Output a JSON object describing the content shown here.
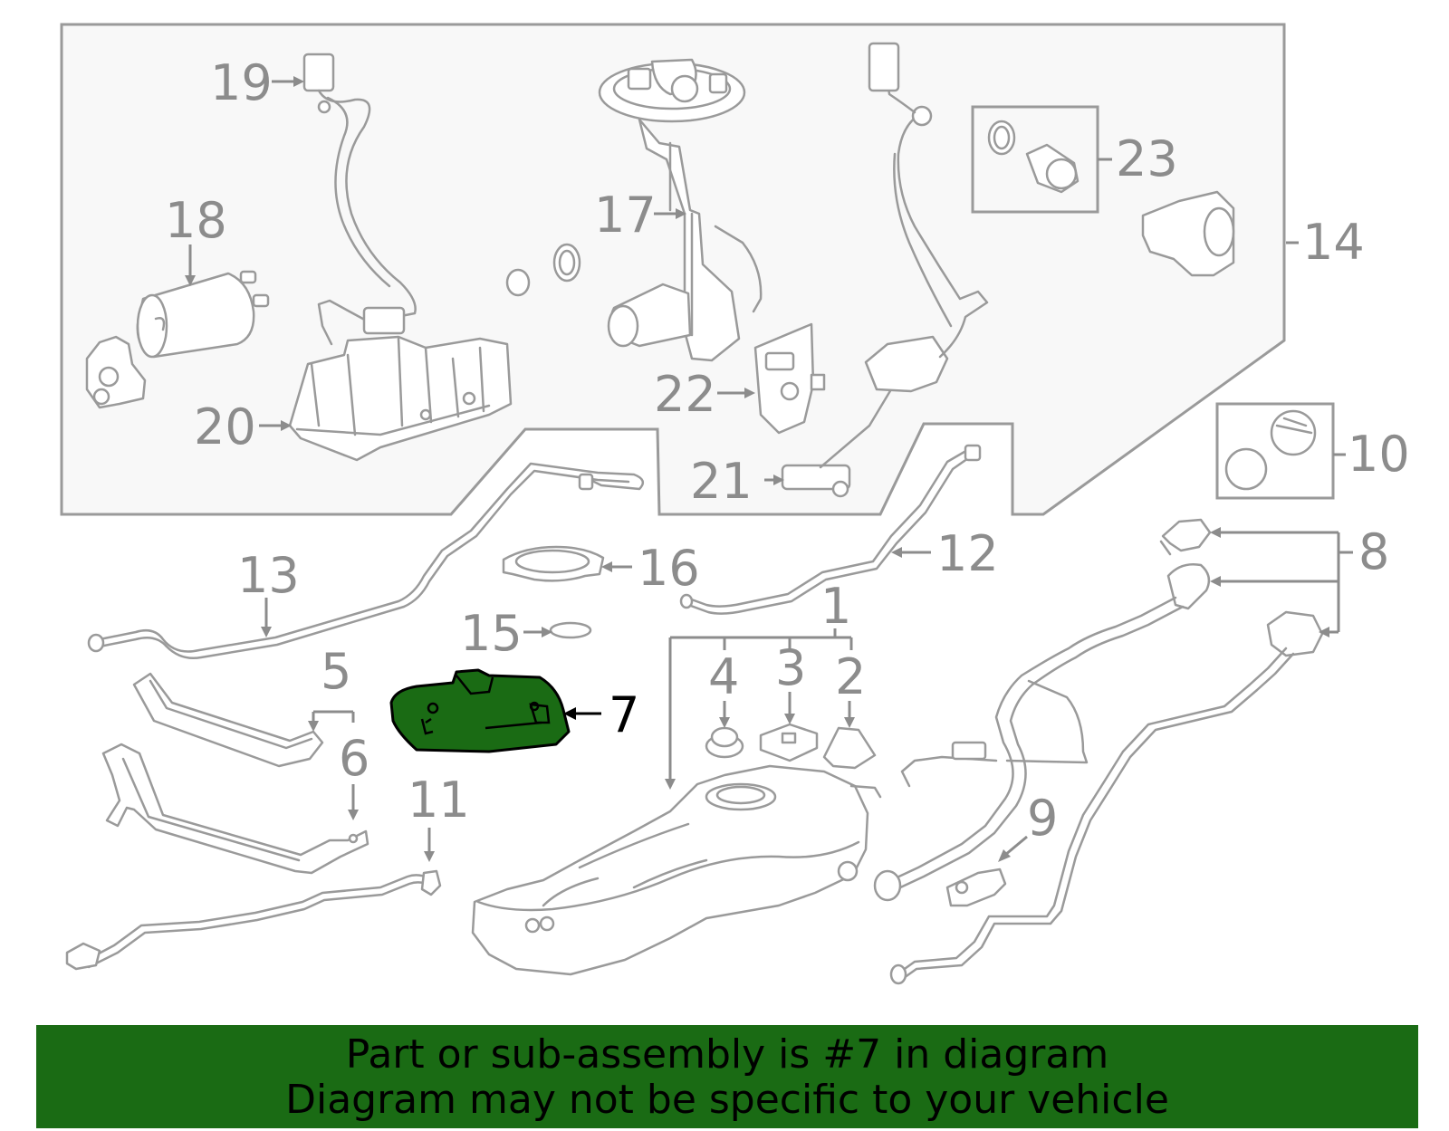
{
  "colors": {
    "highlight_fill": "#1a6b14",
    "line_gray": "#9a9a9a",
    "label_gray": "#8c8c8c",
    "banner_bg": "#1a6b14"
  },
  "labels": {
    "l1": "1",
    "l2": "2",
    "l3": "3",
    "l4": "4",
    "l5": "5",
    "l6": "6",
    "l7": "7",
    "l8": "8",
    "l9": "9",
    "l10": "10",
    "l11": "11",
    "l12": "12",
    "l13": "13",
    "l14": "14",
    "l15": "15",
    "l16": "16",
    "l17": "17",
    "l18": "18",
    "l19": "19",
    "l20": "20",
    "l21": "21",
    "l22": "22",
    "l23": "23"
  },
  "highlighted_part": "7",
  "banner": {
    "line1": "Part or sub-assembly is #7 in diagram",
    "line2": "Diagram may not be specific to your vehicle"
  }
}
